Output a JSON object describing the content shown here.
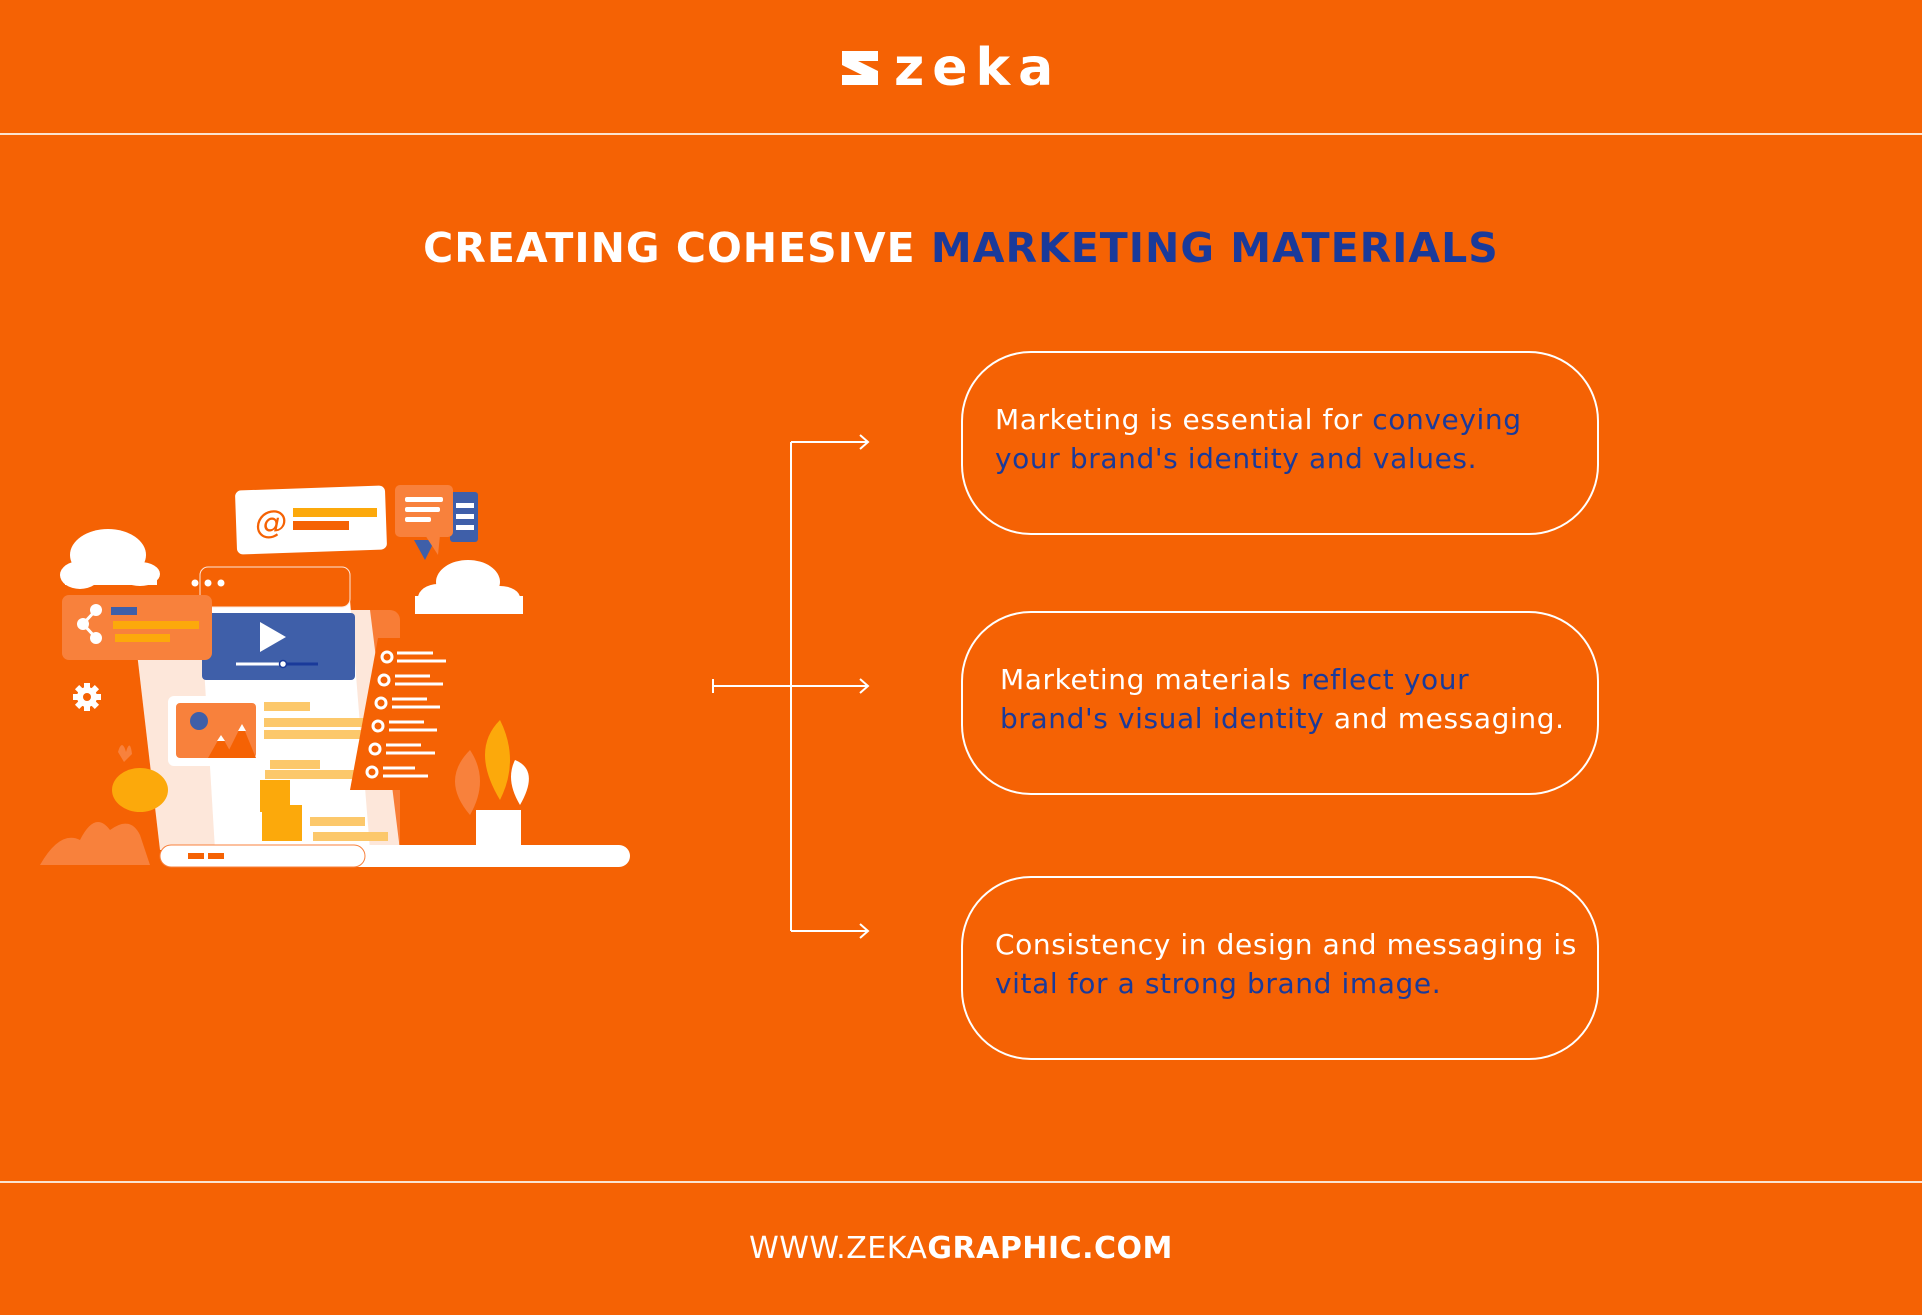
{
  "header": {
    "brand": "zeka",
    "logo_icon": "zeka-logo-mark-icon"
  },
  "title": {
    "part1": "CREATING COHESIVE ",
    "part2": "MARKETING MATERIALS"
  },
  "illustration": {
    "name": "digital-marketing-laptop-illustration",
    "elements": [
      "email-at-icon",
      "chat-bubble-icon",
      "share-icon",
      "gear-icon",
      "video-play-icon",
      "image-icon",
      "checklist-icon",
      "cloud-icon",
      "plant-icon"
    ]
  },
  "cards": [
    {
      "segments": [
        {
          "text": "Marketing is essential for ",
          "highlight": false
        },
        {
          "text": "conveying your brand's identity and values.",
          "highlight": true
        }
      ]
    },
    {
      "segments": [
        {
          "text": "Marketing materials ",
          "highlight": false
        },
        {
          "text": "reflect your brand's visual identity",
          "highlight": true
        },
        {
          "text": " and messaging.",
          "highlight": false
        }
      ]
    },
    {
      "segments": [
        {
          "text": "Consistency in design and messaging is ",
          "highlight": false
        },
        {
          "text": "vital for a strong brand image.",
          "highlight": true
        }
      ]
    }
  ],
  "footer": {
    "url_light": "WWW.ZEKA",
    "url_bold": "GRAPHIC.COM"
  },
  "colors": {
    "background": "#f56204",
    "accent_blue": "#1a3a9a",
    "text": "#ffffff",
    "yellow": "#fca90b",
    "light_orange": "#f8813c"
  }
}
